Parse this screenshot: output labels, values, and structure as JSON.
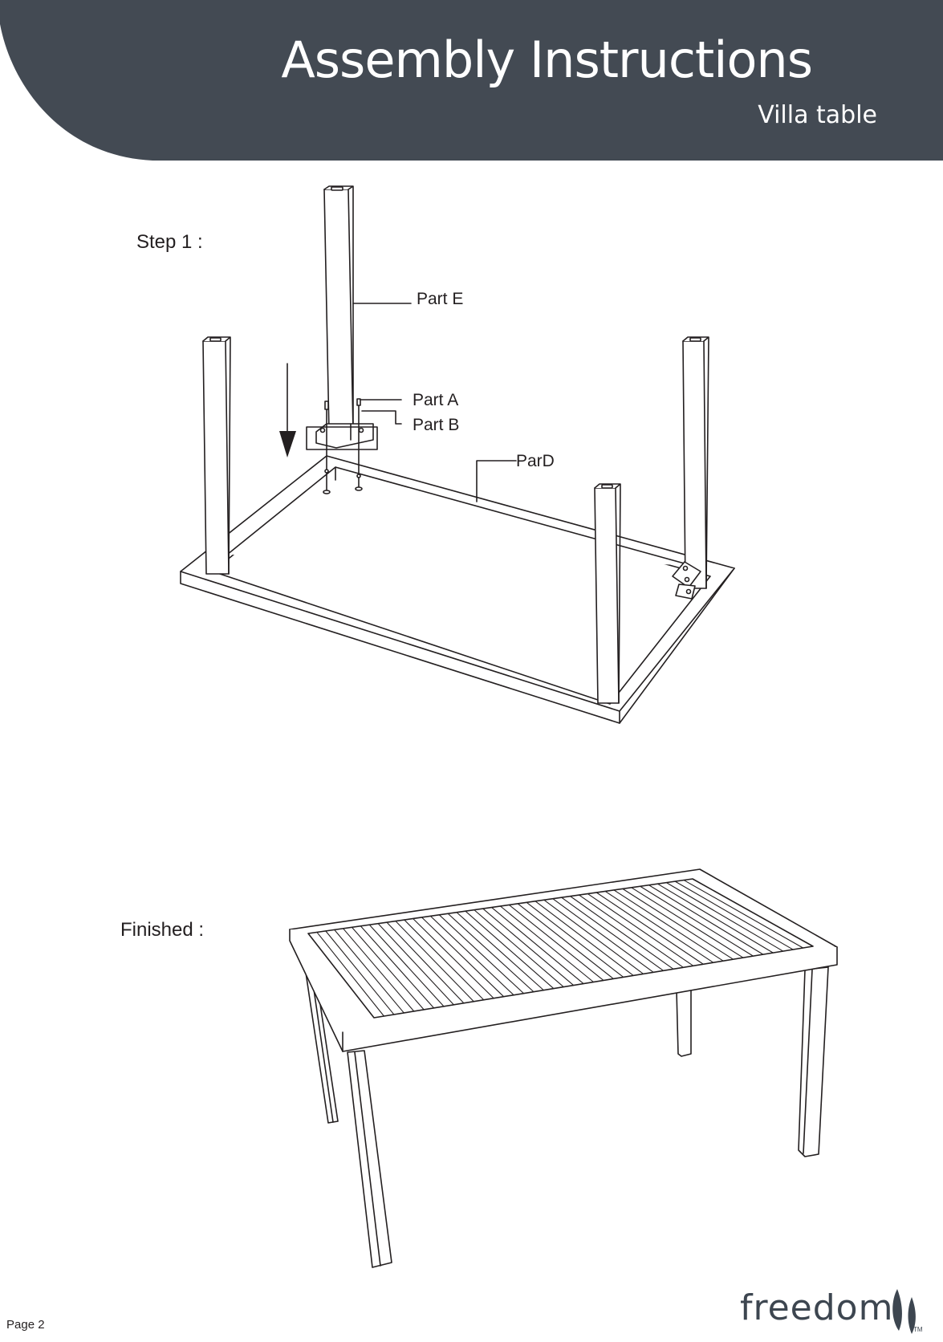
{
  "header": {
    "title": "Assembly Instructions",
    "subtitle": "Villa table",
    "background_color": "#434a53"
  },
  "step1": {
    "label": "Step 1 :",
    "callouts": {
      "part_e": "Part E",
      "part_a": "Part A",
      "part_b": "Part B",
      "part_d": "ParD"
    }
  },
  "finished": {
    "label": "Finished :"
  },
  "footer": {
    "page": "Page 2",
    "brand": "freedom",
    "trademark": "TM"
  }
}
